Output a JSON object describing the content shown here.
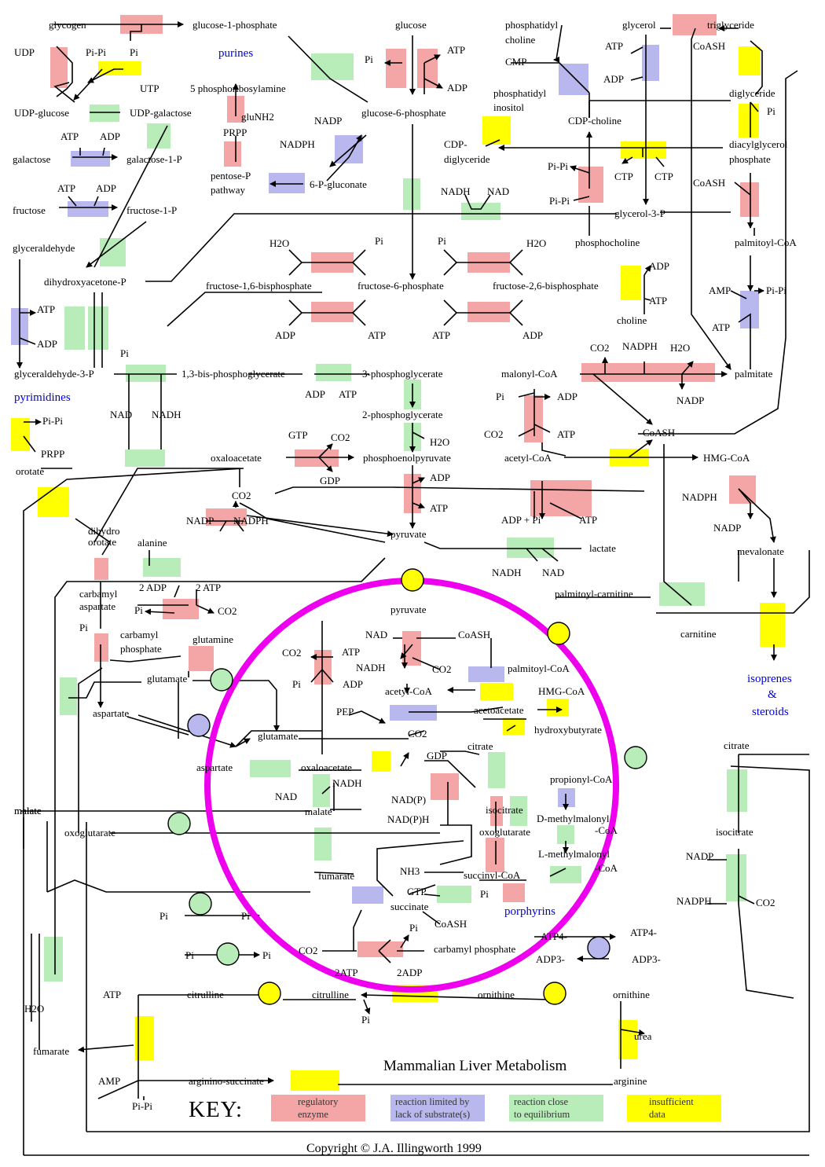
{
  "colors": {
    "regulatory": "#f4a6a6",
    "substrate": "#b8b8ee",
    "equilibrium": "#b8ecb8",
    "insufficient": "#ffff00",
    "mitochondrion": "#ee00ee"
  },
  "title": "Mammalian Liver Metabolism",
  "copyright": "Copyright © J.A. Illingworth 1999",
  "key": {
    "label": "KEY:",
    "items": [
      {
        "kind": "regulatory",
        "lines": [
          "regulatory",
          "enzyme"
        ]
      },
      {
        "kind": "substrate",
        "lines": [
          "reaction limited by",
          "lack of substrate(s)"
        ]
      },
      {
        "kind": "equilibrium",
        "lines": [
          "reaction close",
          "to equilibrium"
        ]
      },
      {
        "kind": "insufficient",
        "lines": [
          "insufficient",
          "data"
        ]
      }
    ]
  },
  "pathways": [
    {
      "text": "purines"
    },
    {
      "text": "pyrimidines"
    },
    {
      "text": "isoprenes"
    },
    {
      "text": "&"
    },
    {
      "text": "steroids"
    },
    {
      "text": "porphyrins"
    }
  ],
  "labels": [
    {
      "text": "glycogen"
    },
    {
      "text": "glucose-1-phosphate"
    },
    {
      "text": "UDP"
    },
    {
      "text": "Pi-Pi"
    },
    {
      "text": "Pi"
    },
    {
      "text": "UTP"
    },
    {
      "text": "UDP-glucose"
    },
    {
      "text": "UDP-galactose"
    },
    {
      "text": "galactose"
    },
    {
      "text": "ATP"
    },
    {
      "text": "ADP"
    },
    {
      "text": "galactose-1-P"
    },
    {
      "text": "fructose"
    },
    {
      "text": "ATP"
    },
    {
      "text": "ADP"
    },
    {
      "text": "fructose-1-P"
    },
    {
      "text": "glyceraldehyde"
    },
    {
      "text": "dihydroxyacetone-P"
    },
    {
      "text": "ATP"
    },
    {
      "text": "ADP"
    },
    {
      "text": "glyceraldehyde-3-P"
    },
    {
      "text": "Pi"
    },
    {
      "text": "1,3-bis-phosphoglycerate"
    },
    {
      "text": "NAD"
    },
    {
      "text": "NADH"
    },
    {
      "text": "5 phosphoribosylamine"
    },
    {
      "text": "gluNH2"
    },
    {
      "text": "PRPP"
    },
    {
      "text": "pentose-P"
    },
    {
      "text": "pathway"
    },
    {
      "text": "6-P-gluconate"
    },
    {
      "text": "NADP"
    },
    {
      "text": "NADPH"
    },
    {
      "text": "glucose"
    },
    {
      "text": "Pi"
    },
    {
      "text": "ATP"
    },
    {
      "text": "ADP"
    },
    {
      "text": "glucose-6-phosphate"
    },
    {
      "text": "NADH"
    },
    {
      "text": "NAD"
    },
    {
      "text": "H2O"
    },
    {
      "text": "Pi"
    },
    {
      "text": "Pi"
    },
    {
      "text": "H2O"
    },
    {
      "text": "fructose-1,6-bisphosphate"
    },
    {
      "text": "fructose-6-phosphate"
    },
    {
      "text": "fructose-2,6-bisphosphate"
    },
    {
      "text": "ADP"
    },
    {
      "text": "ATP"
    },
    {
      "text": "ATP"
    },
    {
      "text": "ADP"
    },
    {
      "text": "ADP"
    },
    {
      "text": "ATP"
    },
    {
      "text": "3-phosphoglycerate"
    },
    {
      "text": "2-phosphoglycerate"
    },
    {
      "text": "H2O"
    },
    {
      "text": "GTP"
    },
    {
      "text": "CO2"
    },
    {
      "text": "GDP"
    },
    {
      "text": "oxaloacetate"
    },
    {
      "text": "phosphoenolpyruvate"
    },
    {
      "text": "ADP"
    },
    {
      "text": "ATP"
    },
    {
      "text": "pyruvate"
    },
    {
      "text": "lactate"
    },
    {
      "text": "NADH"
    },
    {
      "text": "NAD"
    },
    {
      "text": "phosphatidyl"
    },
    {
      "text": "choline"
    },
    {
      "text": "CMP"
    },
    {
      "text": "phosphatidyl"
    },
    {
      "text": "inositol"
    },
    {
      "text": "CDP-"
    },
    {
      "text": "diglyceride"
    },
    {
      "text": "glycerol"
    },
    {
      "text": "ATP"
    },
    {
      "text": "ADP"
    },
    {
      "text": "triglyceride"
    },
    {
      "text": "CoASH"
    },
    {
      "text": "diglyceride"
    },
    {
      "text": "Pi"
    },
    {
      "text": "CDP-choline"
    },
    {
      "text": "diacylglycerol"
    },
    {
      "text": "phosphate"
    },
    {
      "text": "Pi-Pi"
    },
    {
      "text": "CTP"
    },
    {
      "text": "Pi-Pi"
    },
    {
      "text": "CTP"
    },
    {
      "text": "CoASH"
    },
    {
      "text": "glycerol-3-P"
    },
    {
      "text": "palmitoyl-CoA"
    },
    {
      "text": "phosphocholine"
    },
    {
      "text": "ADP"
    },
    {
      "text": "ATP"
    },
    {
      "text": "choline"
    },
    {
      "text": "AMP"
    },
    {
      "text": "Pi-Pi"
    },
    {
      "text": "ATP"
    },
    {
      "text": "palmitate"
    },
    {
      "text": "CO2"
    },
    {
      "text": "NADPH"
    },
    {
      "text": "H2O"
    },
    {
      "text": "malonyl-CoA"
    },
    {
      "text": "NADP"
    },
    {
      "text": "Pi"
    },
    {
      "text": "ADP"
    },
    {
      "text": "CO2"
    },
    {
      "text": "ATP"
    },
    {
      "text": "acetyl-CoA"
    },
    {
      "text": "CoASH"
    },
    {
      "text": "HMG-CoA"
    },
    {
      "text": "ADP + Pi"
    },
    {
      "text": "ATP"
    },
    {
      "text": "NADPH"
    },
    {
      "text": "NADP"
    },
    {
      "text": "mevalonate"
    },
    {
      "text": "palmitoyl-carnitine"
    },
    {
      "text": "carnitine"
    },
    {
      "text": "Pi-Pi"
    },
    {
      "text": "PRPP"
    },
    {
      "text": "orotate"
    },
    {
      "text": "dihydro"
    },
    {
      "text": "orotate"
    },
    {
      "text": "NADP"
    },
    {
      "text": "CO2"
    },
    {
      "text": "NADPH"
    },
    {
      "text": "alanine"
    },
    {
      "text": "carbamyl"
    },
    {
      "text": "aspartate"
    },
    {
      "text": "2 ADP"
    },
    {
      "text": "2 ATP"
    },
    {
      "text": "Pi"
    },
    {
      "text": "CO2"
    },
    {
      "text": "Pi"
    },
    {
      "text": "carbamyl"
    },
    {
      "text": "phosphate"
    },
    {
      "text": "glutamine"
    },
    {
      "text": "glutamate"
    },
    {
      "text": "aspartate"
    },
    {
      "text": "glutamate"
    },
    {
      "text": "aspartate"
    },
    {
      "text": "malate"
    },
    {
      "text": "oxoglutarate"
    },
    {
      "text": "pyruvate"
    },
    {
      "text": "NAD"
    },
    {
      "text": "CoASH"
    },
    {
      "text": "NADH"
    },
    {
      "text": "CO2"
    },
    {
      "text": "palmitoyl-CoA"
    },
    {
      "text": "CO2"
    },
    {
      "text": "ATP"
    },
    {
      "text": "Pi"
    },
    {
      "text": "ADP"
    },
    {
      "text": "acetyl-CoA"
    },
    {
      "text": "HMG-CoA"
    },
    {
      "text": "acetoacetate"
    },
    {
      "text": "hydroxybutyrate"
    },
    {
      "text": "PEP"
    },
    {
      "text": "CO2"
    },
    {
      "text": "GDP"
    },
    {
      "text": "citrate"
    },
    {
      "text": "oxaloacetate"
    },
    {
      "text": "NAD"
    },
    {
      "text": "NADH"
    },
    {
      "text": "malate"
    },
    {
      "text": "NAD(P)"
    },
    {
      "text": "NAD(P)H"
    },
    {
      "text": "isocitrate"
    },
    {
      "text": "oxoglutarate"
    },
    {
      "text": "propionyl-CoA"
    },
    {
      "text": "D-methylmalonyl"
    },
    {
      "text": "-CoA"
    },
    {
      "text": "L-methylmalonyl"
    },
    {
      "text": "-CoA"
    },
    {
      "text": "fumarate"
    },
    {
      "text": "NH3"
    },
    {
      "text": "succinyl-CoA"
    },
    {
      "text": "GTP"
    },
    {
      "text": "Pi"
    },
    {
      "text": "succinate"
    },
    {
      "text": "CoASH"
    },
    {
      "text": "citrate"
    },
    {
      "text": "isocitrate"
    },
    {
      "text": "NADP"
    },
    {
      "text": "NADPH"
    },
    {
      "text": "CO2"
    },
    {
      "text": "Pi"
    },
    {
      "text": "Pi"
    },
    {
      "text": "Pi"
    },
    {
      "text": "Pi"
    },
    {
      "text": "CO2"
    },
    {
      "text": "Pi"
    },
    {
      "text": "carbamyl phosphate"
    },
    {
      "text": "2ATP"
    },
    {
      "text": "2ADP"
    },
    {
      "text": "ATP4-"
    },
    {
      "text": "ATP4-"
    },
    {
      "text": "ADP3-"
    },
    {
      "text": "ADP3-"
    },
    {
      "text": "ATP"
    },
    {
      "text": "citrulline"
    },
    {
      "text": "citrulline"
    },
    {
      "text": "ornithine"
    },
    {
      "text": "ornithine"
    },
    {
      "text": "Pi"
    },
    {
      "text": "H2O"
    },
    {
      "text": "urea"
    },
    {
      "text": "fumarate"
    },
    {
      "text": "AMP"
    },
    {
      "text": "arginino-succinate"
    },
    {
      "text": "arginine"
    },
    {
      "text": "Pi-Pi"
    },
    {
      "text": "malate"
    }
  ]
}
